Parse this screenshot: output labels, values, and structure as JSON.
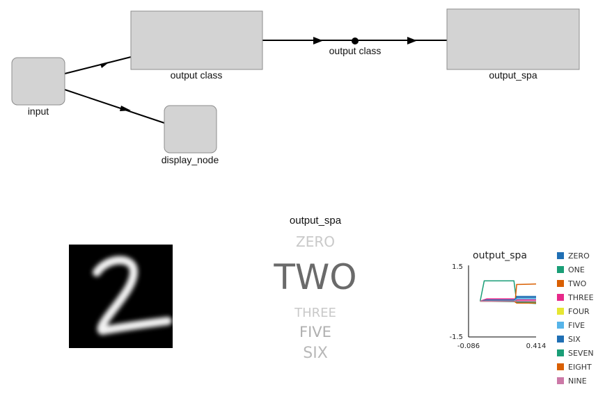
{
  "graph": {
    "nodes": {
      "input": "input",
      "output_class_ens": "output class",
      "display_node": "display_node",
      "output_spa": "output_spa"
    },
    "connection_label": "output class"
  },
  "spa_cloud": {
    "title": "output_spa",
    "words": [
      {
        "text": "ZERO",
        "role": "faint"
      },
      {
        "text": "TWO",
        "role": "main"
      },
      {
        "text": "THREE",
        "role": "faint"
      },
      {
        "text": "FIVE",
        "role": "faint"
      },
      {
        "text": "SIX",
        "role": "faint"
      }
    ]
  },
  "digit_display": {
    "digit_shown": "2"
  },
  "chart_data": {
    "type": "line",
    "title": "output_spa",
    "x_ticks": [
      "-0.086",
      "0.414"
    ],
    "y_ticks": [
      "1.5",
      "-1.5"
    ],
    "xlim": [
      -0.086,
      0.414
    ],
    "ylim": [
      -1.5,
      1.5
    ],
    "grid": false,
    "legend_position": "right",
    "series": [
      {
        "name": "ZERO",
        "color": "#1f6fb4",
        "x": [
          0.0,
          0.2,
          0.26,
          0.27,
          0.414
        ],
        "y": [
          0.0,
          0.0,
          0.02,
          0.2,
          0.2
        ]
      },
      {
        "name": "ONE",
        "color": "#1a9e77",
        "x": [
          0.0,
          0.03,
          0.2,
          0.25,
          0.27,
          0.414
        ],
        "y": [
          0.0,
          0.85,
          0.85,
          0.85,
          -0.05,
          -0.1
        ]
      },
      {
        "name": "TWO",
        "color": "#d95f02",
        "x": [
          0.0,
          0.2,
          0.26,
          0.27,
          0.414
        ],
        "y": [
          0.0,
          0.0,
          0.05,
          0.7,
          0.72
        ]
      },
      {
        "name": "THREE",
        "color": "#e7298a",
        "x": [
          0.0,
          0.05,
          0.25,
          0.27,
          0.414
        ],
        "y": [
          0.0,
          0.1,
          0.1,
          0.05,
          0.05
        ]
      },
      {
        "name": "FOUR",
        "color": "#e6e633",
        "x": [
          0.0,
          0.25,
          0.414
        ],
        "y": [
          0.0,
          0.0,
          -0.02
        ]
      },
      {
        "name": "FIVE",
        "color": "#56b4e9",
        "x": [
          0.0,
          0.25,
          0.27,
          0.414
        ],
        "y": [
          0.0,
          0.02,
          0.1,
          0.1
        ]
      },
      {
        "name": "SIX",
        "color": "#1f6fb4",
        "x": [
          0.0,
          0.05,
          0.25,
          0.27,
          0.414
        ],
        "y": [
          0.0,
          0.05,
          0.05,
          0.15,
          0.15
        ]
      },
      {
        "name": "SEVEN",
        "color": "#1a9e77",
        "x": [
          0.0,
          0.25,
          0.414
        ],
        "y": [
          0.0,
          -0.02,
          -0.05
        ]
      },
      {
        "name": "EIGHT",
        "color": "#d95f02",
        "x": [
          0.0,
          0.25,
          0.27,
          0.414
        ],
        "y": [
          0.0,
          0.0,
          -0.08,
          -0.08
        ]
      },
      {
        "name": "NINE",
        "color": "#cc79a7",
        "x": [
          0.0,
          0.25,
          0.414
        ],
        "y": [
          0.0,
          0.0,
          0.0
        ]
      }
    ]
  }
}
